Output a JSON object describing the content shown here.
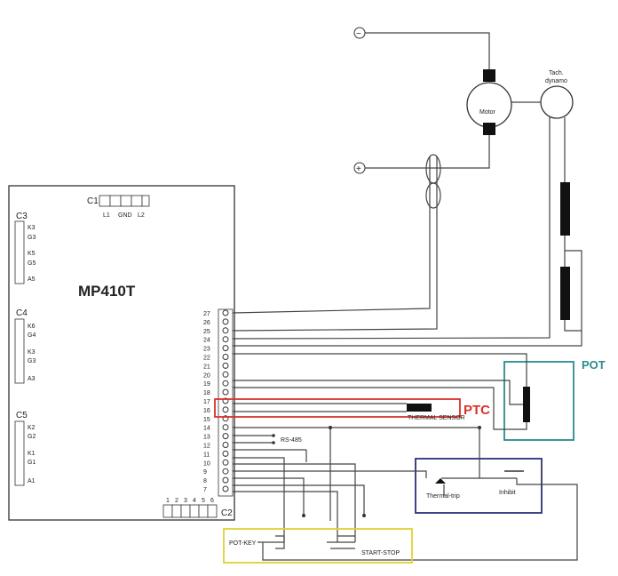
{
  "controller": {
    "title": "MP410T",
    "c1": {
      "label": "C1",
      "pins": [
        "L1",
        "GND",
        "L2"
      ]
    },
    "c2": {
      "label": "C2",
      "pins": [
        "1",
        "2",
        "3",
        "4",
        "5",
        "6"
      ]
    },
    "c3": {
      "label": "C3",
      "pins": [
        "K3",
        "G3",
        "K5",
        "G5",
        "A5"
      ]
    },
    "c4": {
      "label": "C4",
      "pins": [
        "K6",
        "G4",
        "K3",
        "G3",
        "A3"
      ]
    },
    "c5": {
      "label": "C5",
      "pins": [
        "K2",
        "G2",
        "K1",
        "G1",
        "A1"
      ]
    },
    "terminals": [
      "27",
      "26",
      "25",
      "24",
      "23",
      "22",
      "21",
      "20",
      "19",
      "18",
      "17",
      "16",
      "15",
      "14",
      "13",
      "12",
      "11",
      "10",
      "9",
      "8",
      "7"
    ]
  },
  "motor": {
    "label": "Motor",
    "minus": "−",
    "plus": "+"
  },
  "tach": {
    "label_line1": "Tach.",
    "label_line2": "dynamo"
  },
  "rs485": "RS-485",
  "ptc": {
    "label": "PTC",
    "sensor_label": "THERMAL SENSOR"
  },
  "pot": {
    "label": "POT"
  },
  "thermal": {
    "label": "Thermal-trip"
  },
  "inhibit": {
    "label": "Inhibit"
  },
  "potkey": {
    "label": "POT-KEY"
  },
  "startstop": {
    "label": "START-STOP"
  },
  "colors": {
    "ptc": "#d9312b",
    "pot": "#2a8c8c",
    "interlock": "#2b2f7a",
    "keys": "#e0d230"
  }
}
